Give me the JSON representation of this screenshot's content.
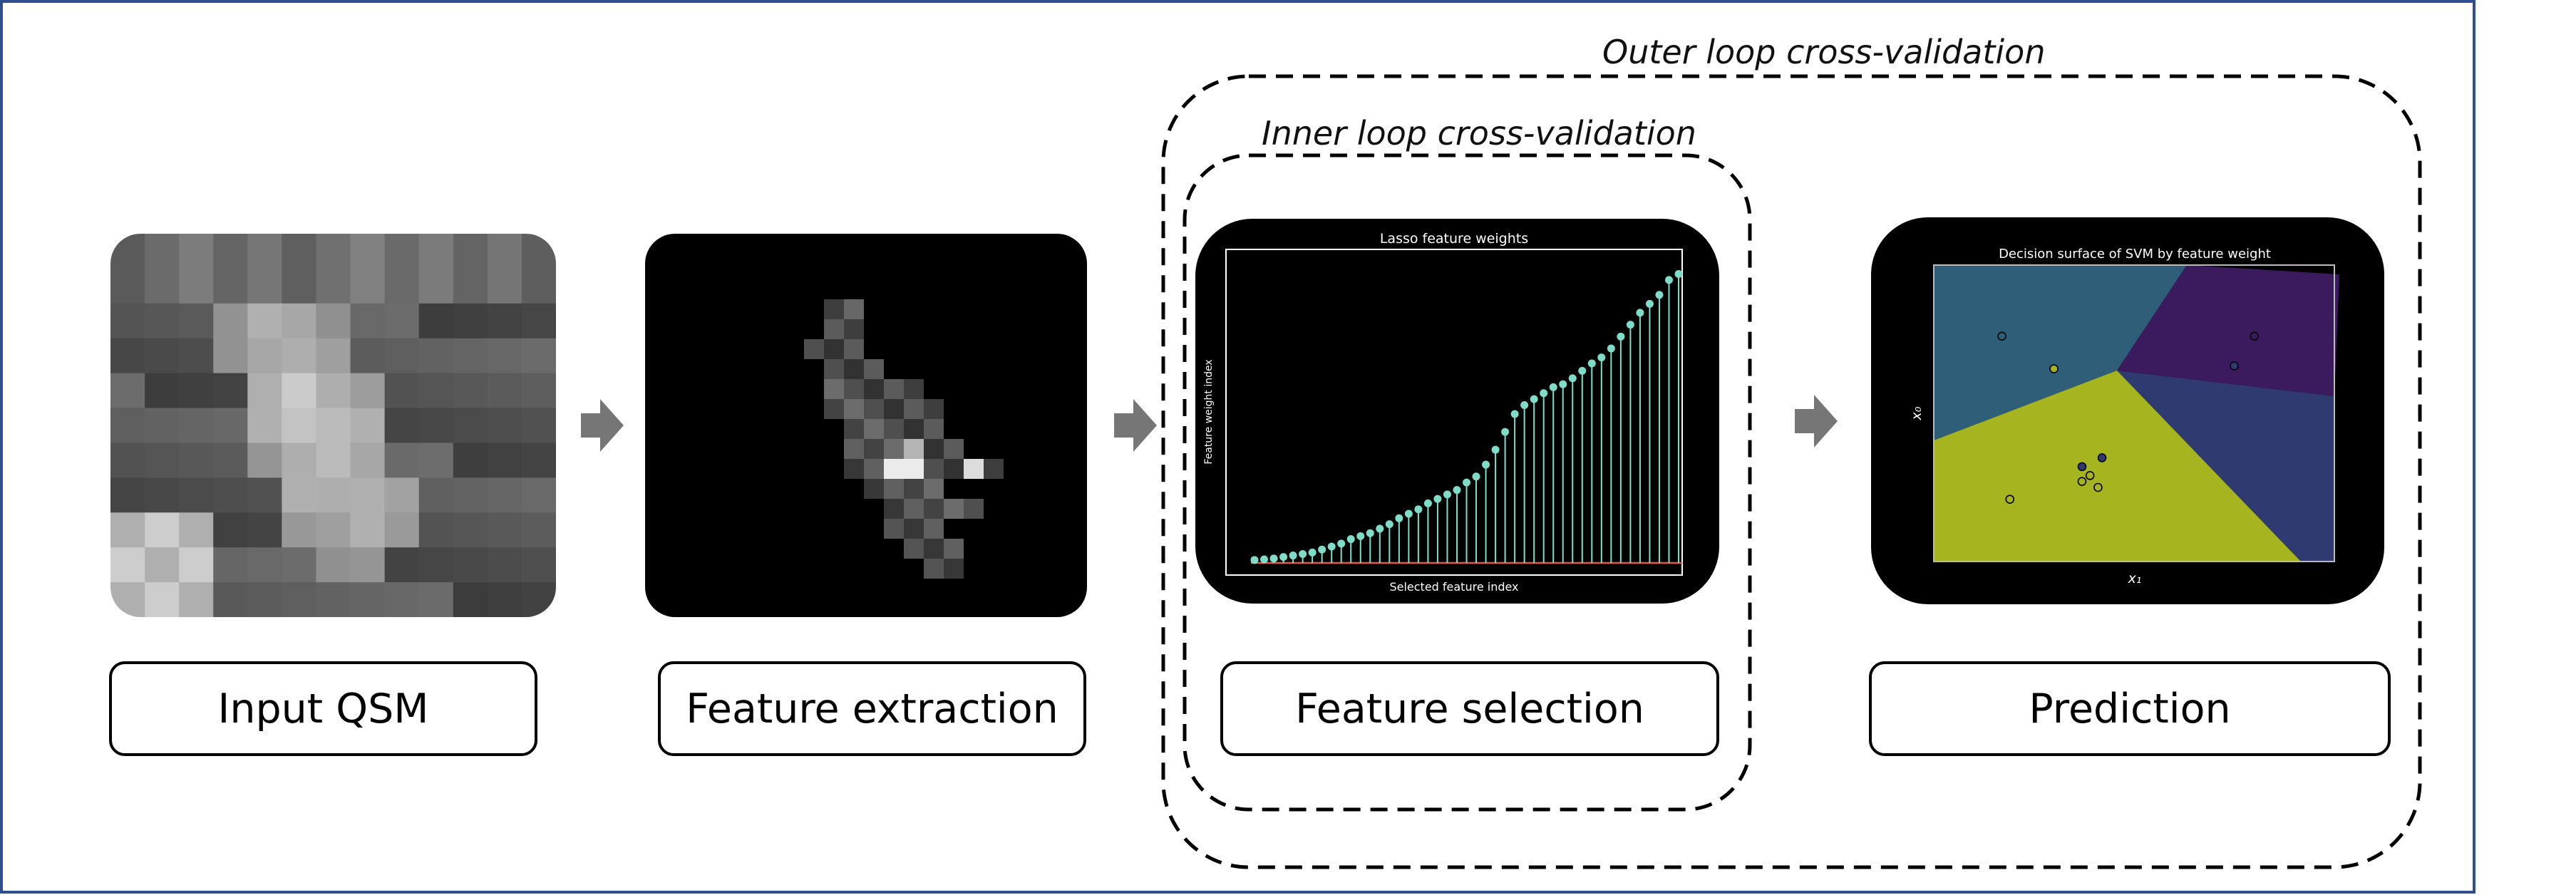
{
  "steps": [
    {
      "label": "Input QSM"
    },
    {
      "label": "Feature extraction"
    },
    {
      "label": "Feature selection"
    },
    {
      "label": "Prediction"
    }
  ],
  "loops": {
    "outer": "Outer loop cross-validation",
    "inner": "Inner loop cross-validation"
  },
  "lasso_panel": {
    "title": "Lasso feature weights",
    "xlabel": "Selected feature index",
    "ylabel": "Feature weight index"
  },
  "svm_panel": {
    "title": "Decision surface of SVM by feature weight",
    "xlabel": "x₁",
    "ylabel": "x₀"
  },
  "chart_data": [
    {
      "type": "stem",
      "title": "Lasso feature weights",
      "xlabel": "Selected feature index",
      "ylabel": "Feature weight index",
      "values": [
        0.01,
        0.012,
        0.015,
        0.02,
        0.025,
        0.03,
        0.035,
        0.045,
        0.055,
        0.065,
        0.08,
        0.09,
        0.1,
        0.115,
        0.13,
        0.15,
        0.165,
        0.18,
        0.2,
        0.215,
        0.23,
        0.245,
        0.27,
        0.29,
        0.33,
        0.38,
        0.44,
        0.5,
        0.53,
        0.55,
        0.57,
        0.59,
        0.6,
        0.62,
        0.645,
        0.67,
        0.69,
        0.72,
        0.76,
        0.8,
        0.84,
        0.87,
        0.9,
        0.95,
        0.97
      ],
      "colors": {
        "stem": "#7fdcc8",
        "baseline": "#e05a4f"
      }
    },
    {
      "type": "scatter",
      "title": "Decision surface of SVM by feature weight",
      "xlabel": "x₁",
      "ylabel": "x₀",
      "regions": [
        {
          "color": "#2f5f78"
        },
        {
          "color": "#3c1a5e"
        },
        {
          "color": "#2f3a70"
        },
        {
          "color": "#a6b51f"
        }
      ],
      "points": [
        {
          "x": 0.17,
          "y": 0.76,
          "fill": "#2f5f78"
        },
        {
          "x": 0.3,
          "y": 0.65,
          "fill": "#a6b51f"
        },
        {
          "x": 0.8,
          "y": 0.76,
          "fill": "#3c1a5e"
        },
        {
          "x": 0.75,
          "y": 0.66,
          "fill": "#2f3a70"
        },
        {
          "x": 0.37,
          "y": 0.32,
          "fill": "#2f3a70"
        },
        {
          "x": 0.42,
          "y": 0.35,
          "fill": "#2f3a70"
        },
        {
          "x": 0.37,
          "y": 0.27,
          "fill": "#a6b51f"
        },
        {
          "x": 0.39,
          "y": 0.29,
          "fill": "#a6b51f"
        },
        {
          "x": 0.41,
          "y": 0.25,
          "fill": "#a6b51f"
        },
        {
          "x": 0.19,
          "y": 0.21,
          "fill": "#a6b51f"
        }
      ]
    }
  ]
}
